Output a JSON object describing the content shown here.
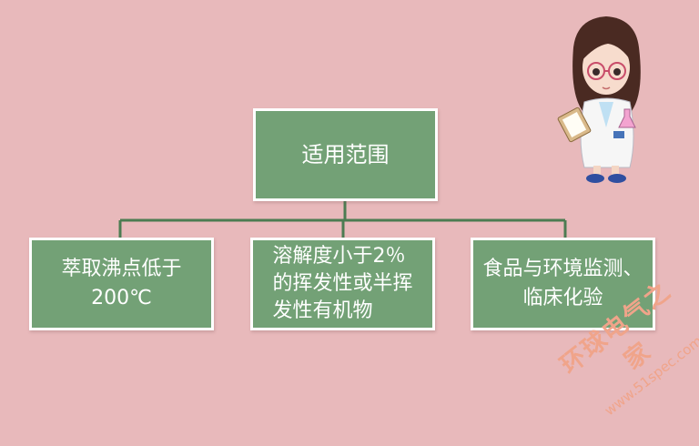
{
  "diagram": {
    "root": {
      "label": "适用范围"
    },
    "children": [
      {
        "lines": [
          "萃取沸点低于",
          "200℃"
        ]
      },
      {
        "lines": [
          "溶解度小于2％",
          "的挥发性或半挥",
          "发性有机物"
        ]
      },
      {
        "lines": [
          "食品与环境监测、",
          "临床化验"
        ]
      }
    ]
  },
  "watermark": {
    "name": "环球电气之家",
    "url": "www.51spec.com"
  },
  "colors": {
    "background": "#e8b9bb",
    "box_fill": "#73a176",
    "box_border": "#ffffff",
    "connector": "#4c7c52",
    "watermark": "#f0a48a"
  },
  "icons": {
    "mascot": "scientist-girl-icon"
  }
}
